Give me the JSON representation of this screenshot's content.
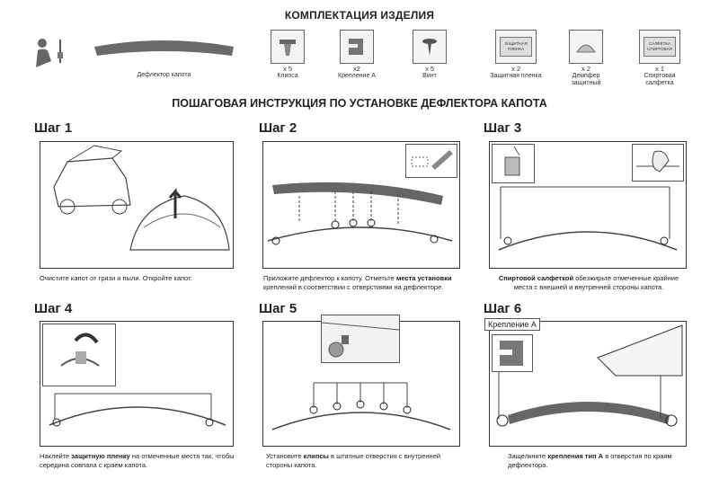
{
  "header": {
    "kit_title": "КОМПЛЕКТАЦИЯ ИЗДЕЛИЯ",
    "instruction_title": "ПОШАГОВАЯ ИНСТРУКЦИЯ ПО УСТАНОВКЕ ДЕФЛЕКТОРА КАПОТА"
  },
  "kit": {
    "deflector_label": "Дефлектор капота",
    "items": [
      {
        "qty": "x 5",
        "label": "Клипса"
      },
      {
        "qty": "x2",
        "label": "Крепление А"
      },
      {
        "qty": "x 5",
        "label": "Винт"
      },
      {
        "qty": "x 2",
        "label": "Защитная пленка",
        "box_text": "ЗАЩИТНАЯ ПЛЕНКА"
      },
      {
        "qty": "x 2",
        "label": "Демпфер защитный"
      },
      {
        "qty": "x 1",
        "label": "Спиртовая салфетка",
        "box_text": "САЛФЕТКА СПИРТОВАЯ"
      }
    ]
  },
  "steps": [
    {
      "title": "Шаг 1",
      "caption_plain": "Очистите капот от грязи и пыли. Откройте капот."
    },
    {
      "title": "Шаг 2",
      "caption_a": "Приложите дефлектор к капоту. Отметьте ",
      "caption_b": "места установки",
      "caption_c": " креплений в соответствии с отверстиями на дефлекторе."
    },
    {
      "title": "Шаг 3",
      "caption_a": "Спиртовой салфеткой",
      "caption_b": " обезжирьте отмеченные крайние места с внешней и внутренней стороны капота."
    },
    {
      "title": "Шаг 4",
      "caption_a": "Наклейте ",
      "caption_b": "защитную пленку",
      "caption_c": " на отмеченные места так, чтобы середина совпала с краем капота."
    },
    {
      "title": "Шаг 5",
      "caption_a": "Установите ",
      "caption_b": "клипсы",
      "caption_c": " в штатные отверстия с внутренней стороны капота."
    },
    {
      "title": "Шаг 6",
      "inset_label": "Крепление А",
      "caption_a": "Защелкните ",
      "caption_b": "крепления тип А",
      "caption_c": " в отверстия по краям дефлектора."
    }
  ],
  "colors": {
    "text": "#222222",
    "line": "#333333",
    "deflector": "#5a5a5a"
  }
}
